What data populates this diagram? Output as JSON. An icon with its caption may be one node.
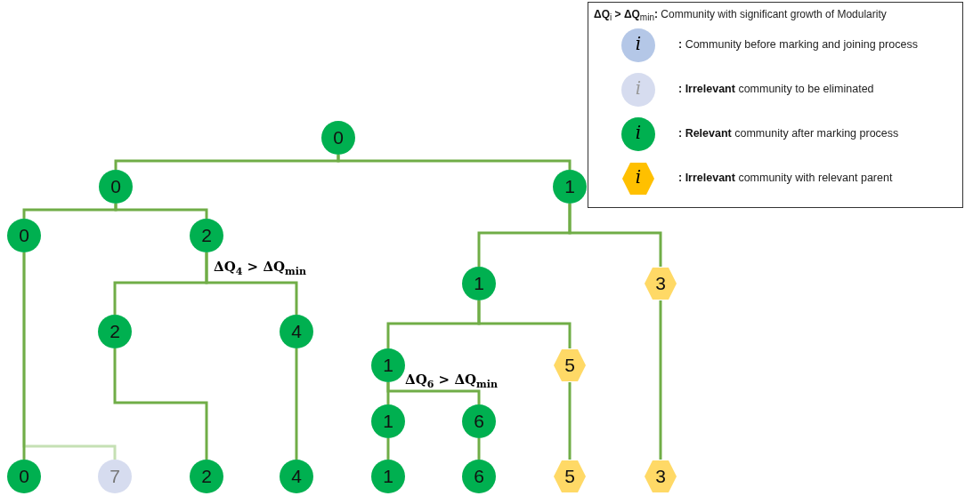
{
  "diagram": {
    "nodes": [
      {
        "text": [
          "0"
        ]
      },
      {
        "text": [
          "0"
        ]
      },
      {
        "text": [
          "1"
        ]
      },
      {
        "text": [
          "0"
        ]
      },
      {
        "text": [
          "2"
        ]
      },
      {
        "text": [
          "1"
        ]
      },
      {
        "text": [
          "3"
        ]
      },
      {
        "text": [
          "2"
        ]
      },
      {
        "text": [
          "4"
        ]
      },
      {
        "text": [
          "1"
        ]
      },
      {
        "text": [
          "5"
        ]
      },
      {
        "text": [
          "1"
        ]
      },
      {
        "text": [
          "6"
        ]
      },
      {
        "text": [
          "0"
        ]
      },
      {
        "text": [
          "7"
        ]
      },
      {
        "text": [
          "2"
        ]
      },
      {
        "text": [
          "4"
        ]
      },
      {
        "text": [
          "1"
        ]
      },
      {
        "text": [
          "6"
        ]
      },
      {
        "text": [
          "5"
        ]
      },
      {
        "text": [
          "3"
        ]
      }
    ],
    "edges": [
      {
        "from": 0,
        "to": 1,
        "arrow": "none"
      },
      {
        "from": 0,
        "to": 2,
        "arrow": "none"
      },
      {
        "from": 1,
        "to": 3,
        "arrow": "none"
      },
      {
        "from": 1,
        "to": 4,
        "arrow": "none"
      },
      {
        "from": 2,
        "to": 5,
        "arrow": "none"
      },
      {
        "from": 2,
        "to": 6,
        "arrow": "none"
      },
      {
        "from": 4,
        "to": 7,
        "arrow": "none"
      },
      {
        "from": 4,
        "to": 8,
        "arrow": "none"
      },
      {
        "from": 5,
        "to": 9,
        "arrow": "none"
      },
      {
        "from": 5,
        "to": 10,
        "arrow": "none"
      },
      {
        "from": 9,
        "to": 11,
        "arrow": "none"
      },
      {
        "from": 9,
        "to": 12,
        "arrow": "none"
      },
      {
        "from": 3,
        "to": 13,
        "arrow": "none"
      },
      {
        "from": 3,
        "to": 14,
        "arrow": "none",
        "color": "#c5e0b4"
      },
      {
        "from": 7,
        "to": 15,
        "arrow": "none"
      },
      {
        "from": 8,
        "to": 16,
        "arrow": "none"
      },
      {
        "from": 11,
        "to": 17,
        "arrow": "none"
      },
      {
        "from": 12,
        "to": 18,
        "arrow": "none"
      },
      {
        "from": 10,
        "to": 19,
        "arrow": "none"
      },
      {
        "from": 6,
        "to": 20,
        "arrow": "none"
      }
    ],
    "labels": [
      "ΔQ$_{4}$ > ΔQ$_{min}$",
      "ΔQ$_{6}$ > ΔQ$_{min}$",
      "**ΔQ**$_{i}$ **> ΔQ**$_{min}$**:** Community with significant growth of Modularity",
      "i",
      "i",
      "i",
      "i"
    ],
    "legend": [
      {
        "text": "**:** Community before marking and joining process",
        "color": "#b4c7e7"
      },
      {
        "text": "**: Irrelevant** community to be eliminated",
        "color": "#d6dcef"
      },
      {
        "text": "**: Relevant** community after marking process",
        "color": "#00b050"
      },
      {
        "text": "**: Irrelevant** community with relevant parent",
        "color": "#ffc000"
      }
    ]
  }
}
